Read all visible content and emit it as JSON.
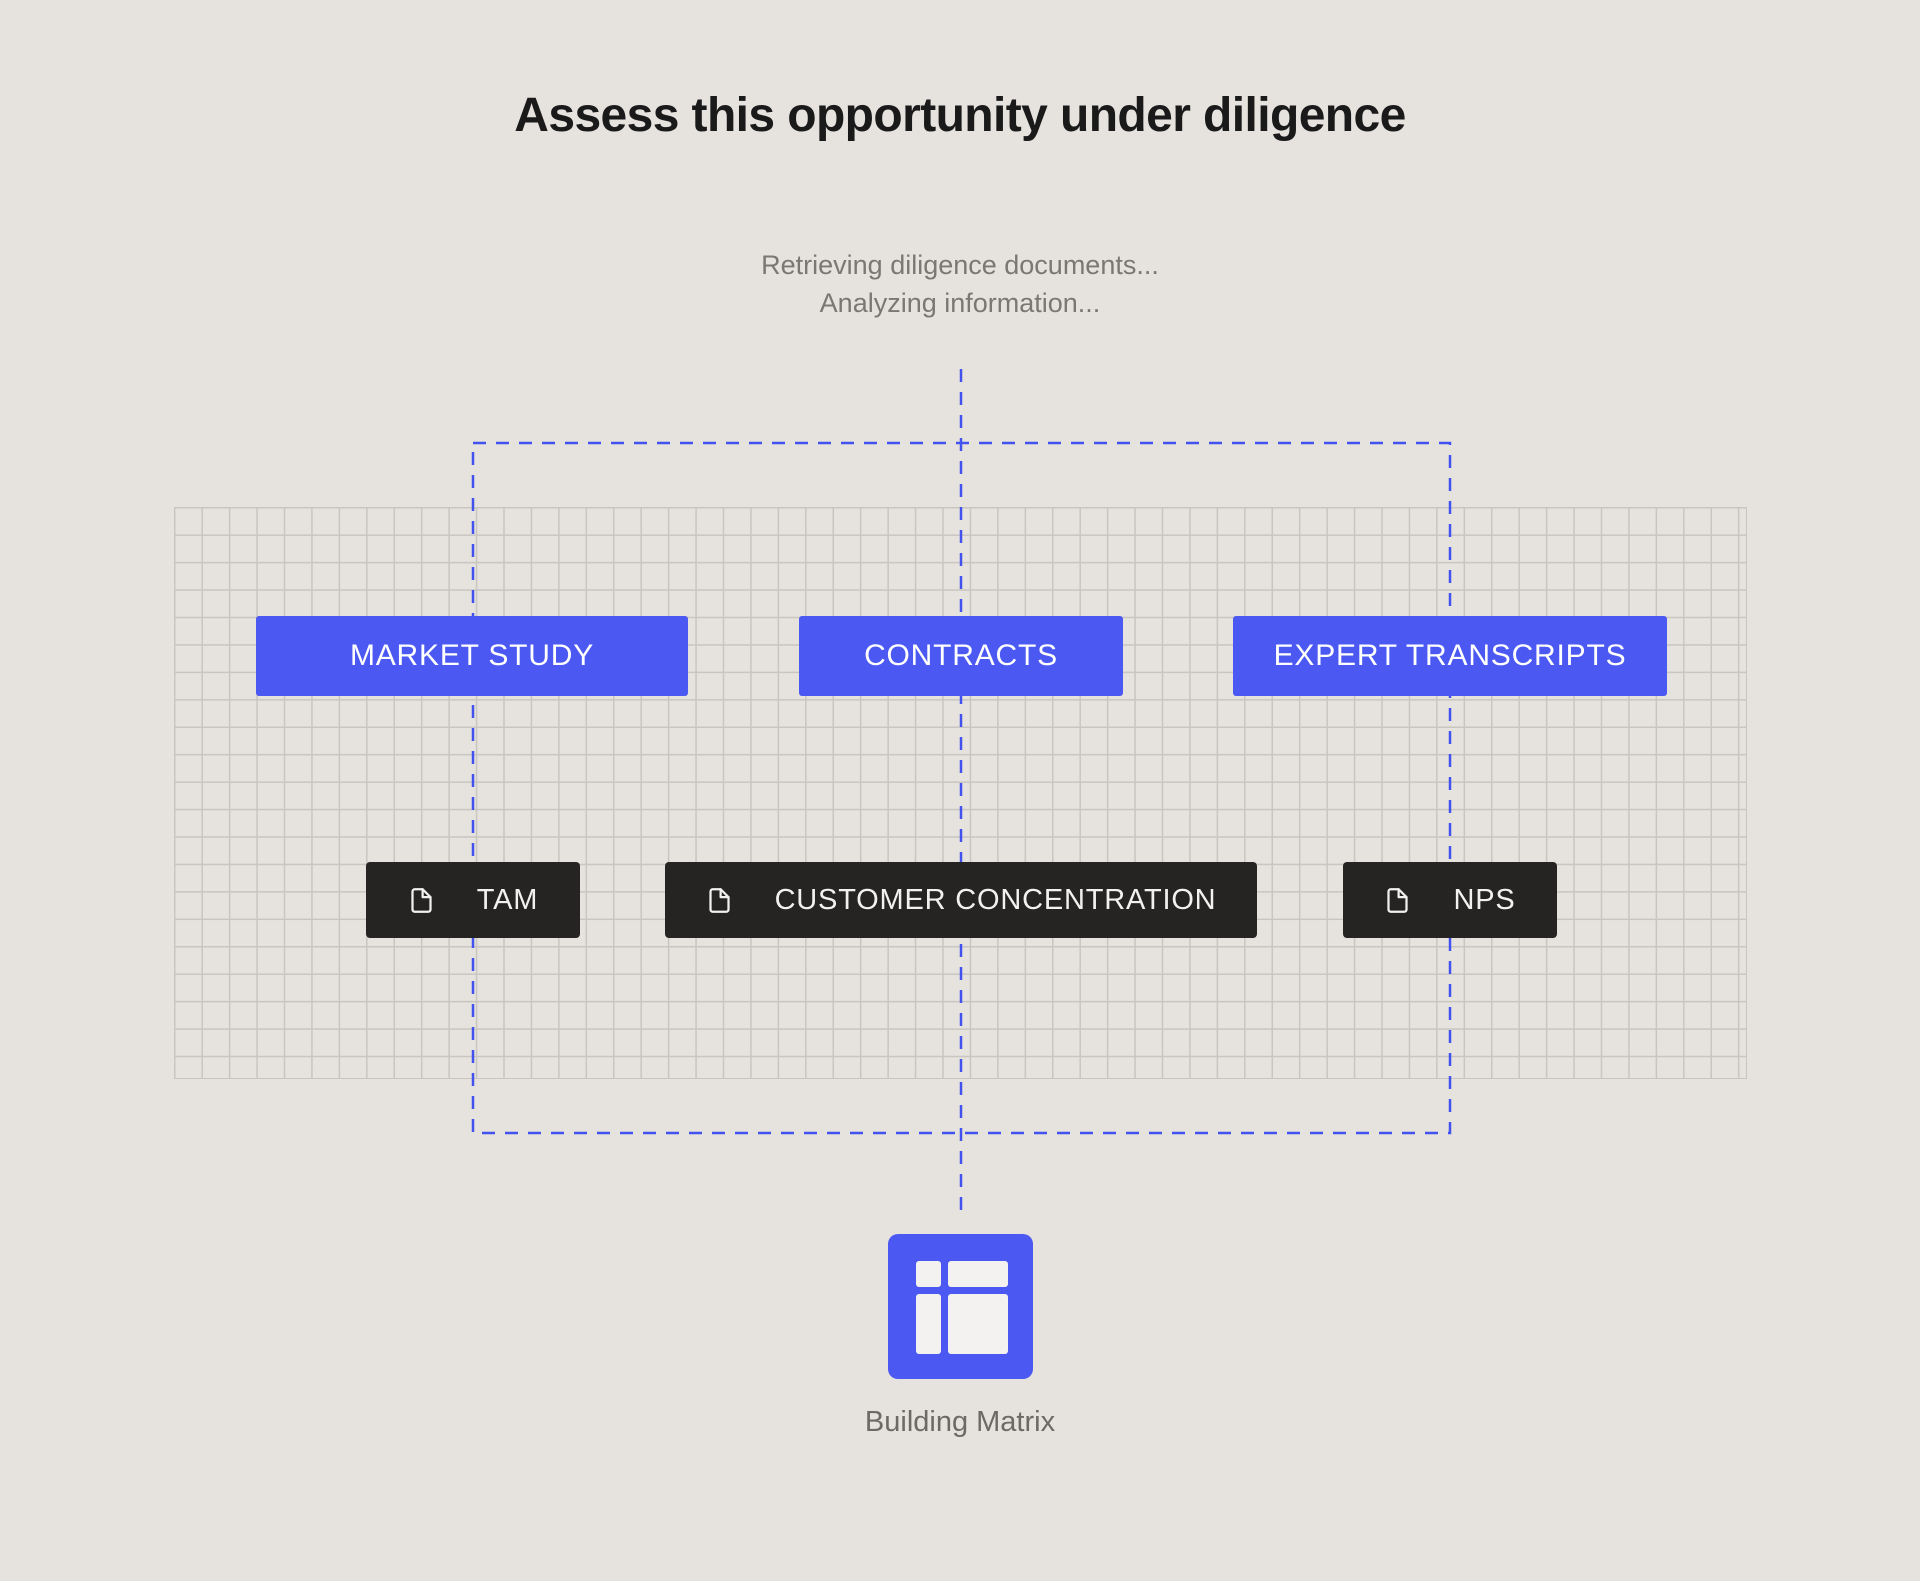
{
  "page": {
    "title": "Assess this opportunity under diligence",
    "status_lines": [
      "Retrieving diligence documents...",
      "Analyzing information..."
    ]
  },
  "documents": [
    {
      "label": "MARKET STUDY"
    },
    {
      "label": "CONTRACTS"
    },
    {
      "label": "EXPERT TRANSCRIPTS"
    }
  ],
  "metrics": [
    {
      "label": "TAM",
      "icon": "document-icon"
    },
    {
      "label": "CUSTOMER CONCENTRATION",
      "icon": "document-icon"
    },
    {
      "label": "NPS",
      "icon": "document-icon"
    }
  ],
  "output": {
    "label": "Building Matrix",
    "icon": "matrix-icon"
  },
  "colors": {
    "background": "#e6e2de",
    "grid_line": "#c9c5c1",
    "accent_blue": "#4b59f2",
    "dash_blue": "#4152ef",
    "dark_chip": "#262422",
    "title_text": "#1a1a1a",
    "status_text": "#7b7773",
    "output_label_text": "#6d6a66"
  }
}
